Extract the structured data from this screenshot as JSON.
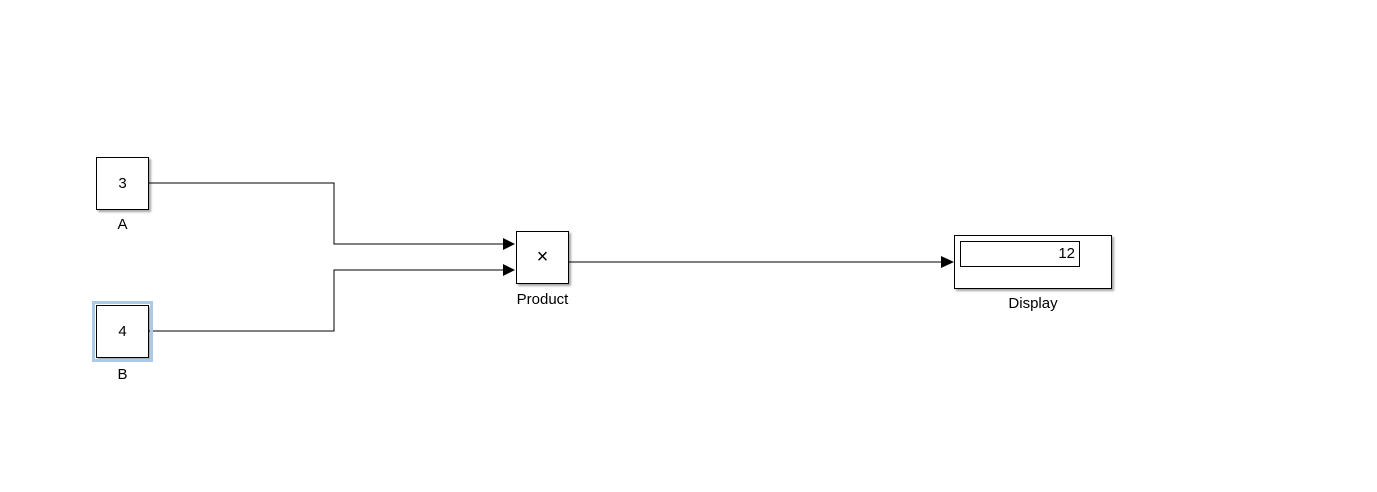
{
  "blocks": {
    "a": {
      "value": "3",
      "label": "A"
    },
    "b": {
      "value": "4",
      "label": "B",
      "selected": true
    },
    "product": {
      "symbol": "×",
      "label": "Product"
    },
    "display": {
      "value": "12",
      "label": "Display"
    }
  },
  "colors": {
    "line": "#000000",
    "selection": "#a9cbe9",
    "background": "#ffffff"
  }
}
